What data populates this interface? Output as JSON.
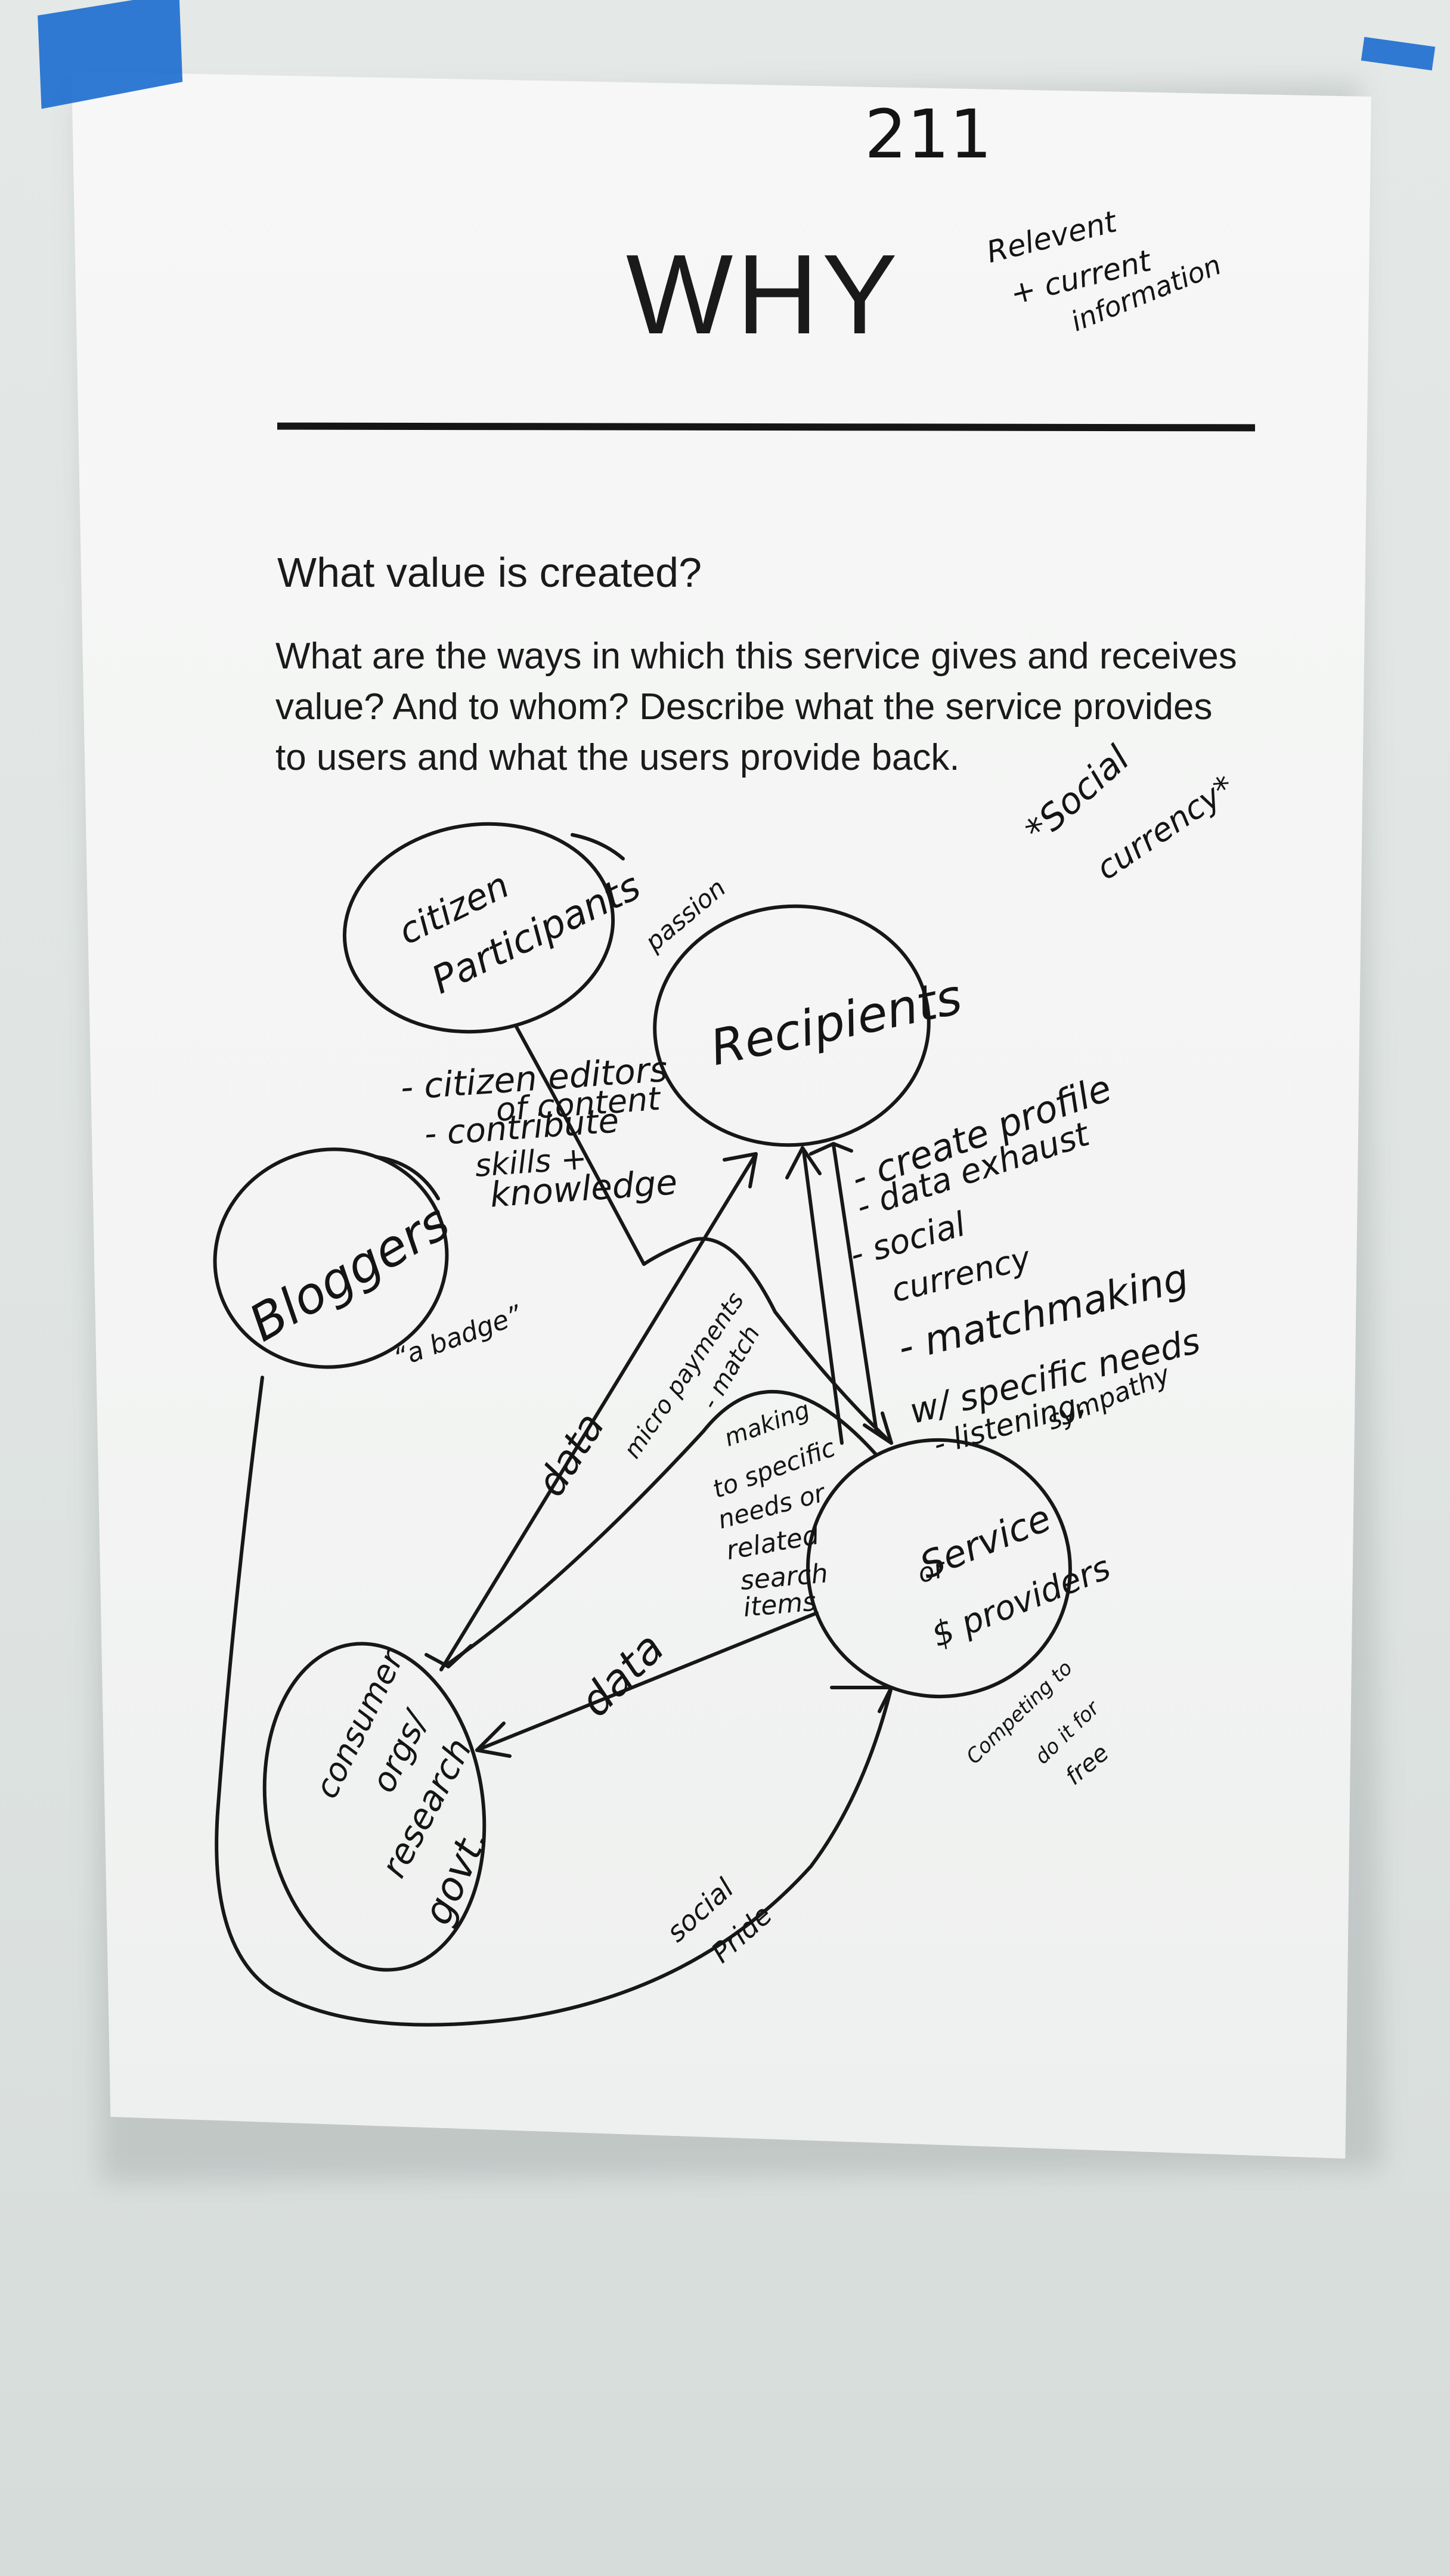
{
  "page_number": "211",
  "title": "WHY",
  "title_note": [
    "Relevent",
    "+ current",
    "information"
  ],
  "question": "What value is created?",
  "prompt_lines": [
    "What are the ways in which this service gives and receives",
    "value? And to whom? Describe what the service provides",
    "to users and what the users provide back."
  ],
  "social_currency_note": [
    "*Social",
    "currency*"
  ],
  "nodes": {
    "citizen": [
      "citizen",
      "Participants"
    ],
    "passion": "passion",
    "recipients": "Recipients",
    "bloggers": "Bloggers",
    "badge": "“a badge”",
    "service": [
      "Service",
      "or",
      "$ providers"
    ],
    "consumer": [
      "consumer",
      "orgs/",
      "research",
      "govt."
    ]
  },
  "citizen_contributions": [
    "- citizen editors",
    "of content",
    "- contribute",
    "skills +",
    "knowledge"
  ],
  "recipient_values": [
    "- create profile",
    "- data exhaust",
    "- social",
    "currency",
    "- matchmaking",
    "w/ specific needs",
    "- listening,",
    "sympathy"
  ],
  "matchmaking_note": [
    "- match",
    "making",
    "to specific",
    "needs or",
    "related",
    "search",
    "items"
  ],
  "edge_labels": {
    "data_upper": "data",
    "micro_payments": "micro payments",
    "data_lower": "data",
    "social_pride": [
      "social",
      "Pride"
    ],
    "competing": [
      "Competing to",
      "do it for",
      "free"
    ]
  }
}
